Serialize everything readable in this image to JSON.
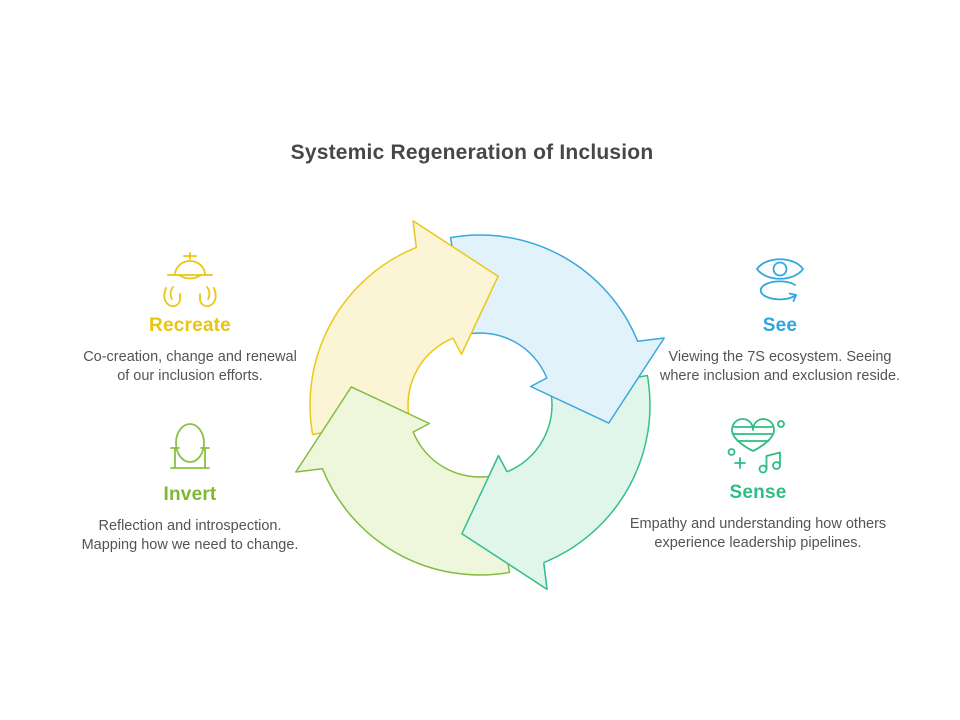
{
  "title": "Systemic Regeneration of Inclusion",
  "cycle": {
    "description": "four-arrow clockwise cycle",
    "segments": [
      {
        "name": "recreate-arrow",
        "position": "top-left",
        "stroke": "#EAC816",
        "fill": "#FBF4D5"
      },
      {
        "name": "see-arrow",
        "position": "top-right",
        "stroke": "#3BA7DC",
        "fill": "#E2F2FB"
      },
      {
        "name": "sense-arrow",
        "position": "bottom-right",
        "stroke": "#35BF8C",
        "fill": "#E0F6EB"
      },
      {
        "name": "invert-arrow",
        "position": "bottom-left",
        "stroke": "#83BC40",
        "fill": "#EEF6DC"
      }
    ]
  },
  "sections": [
    {
      "label": "Recreate",
      "description": "Co-creation, change and renewal of our inclusion efforts.",
      "color": "#E9C50F",
      "icon": "hands-holding-hardhat-icon",
      "icon_color": "#E9C713"
    },
    {
      "label": "See",
      "description": "Viewing the 7S ecosystem. Seeing where inclusion and exclusion reside.",
      "color": "#2BA6DD",
      "icon": "eye-rotation-icon",
      "icon_color": "#2FA8DE"
    },
    {
      "label": "Invert",
      "description": "Reflection and introspection. Mapping how we need to change.",
      "color": "#7EB832",
      "icon": "mirror-icon",
      "icon_color": "#8BC043"
    },
    {
      "label": "Sense",
      "description": "Empathy and understanding how others experience leadership pipelines.",
      "color": "#2EBD85",
      "icon": "heart-music-senses-icon",
      "icon_color": "#2EBD85"
    }
  ]
}
